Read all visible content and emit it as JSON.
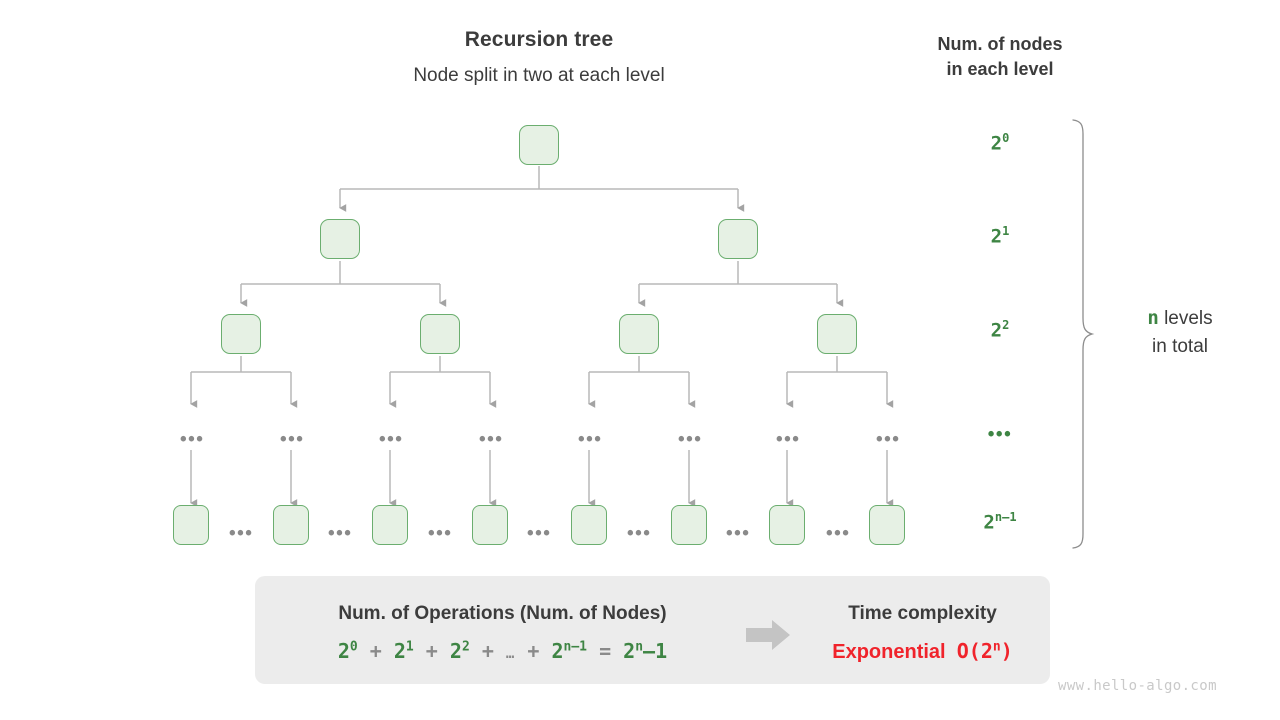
{
  "tree": {
    "title": "Recursion tree",
    "subtitle": "Node split in two at each level",
    "ellipsis": "•••"
  },
  "counts": {
    "header_line1": "Num. of nodes",
    "header_line2": "in each level",
    "levels": [
      {
        "base": "2",
        "exp": "0"
      },
      {
        "base": "2",
        "exp": "1"
      },
      {
        "base": "2",
        "exp": "2"
      },
      {
        "base": "•••",
        "exp": ""
      },
      {
        "base": "2",
        "exp": "n–1"
      }
    ],
    "note_var": "n",
    "note_line1": " levels",
    "note_line2": "in total"
  },
  "summary": {
    "ops_title": "Num. of Operations (Num. of Nodes)",
    "formula": {
      "t1": "2",
      "t1e": "0",
      "p1": "+",
      "t2": "2",
      "t2e": "1",
      "p2": "+",
      "t3": "2",
      "t3e": "2",
      "p3": "+",
      "mid": "…",
      "p4": "+",
      "t4": "2",
      "t4e": "n–1",
      "eq": "=",
      "t5": "2",
      "t5e": "n",
      "t5s": "–1"
    },
    "tc_title": "Time complexity",
    "tc_label": "Exponential",
    "tc_big_o_prefix": "O(2",
    "tc_big_o_exp": "n",
    "tc_big_o_suffix": ")",
    "arrow_icon": "right-arrow-icon"
  },
  "watermark": "www.hello-algo.com",
  "colors": {
    "green": "#3e8544",
    "node_fill": "#e6f1e4",
    "node_stroke": "#6bae6f",
    "wire": "#b0b0b0",
    "red": "#f0232b",
    "panel": "#ececec"
  }
}
